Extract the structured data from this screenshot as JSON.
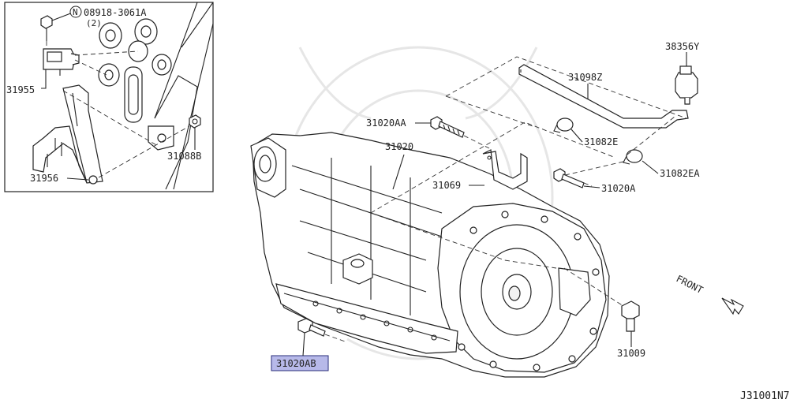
{
  "inset": {
    "note_symbol": "N",
    "note_part": "08918-3061A",
    "note_qty": "(2)",
    "label_31955": "31955",
    "label_31956": "31956",
    "label_31088b": "31088B"
  },
  "parts": {
    "p38356y": "38356Y",
    "p31098z": "31098Z",
    "p31020aa": "31020AA",
    "p31020": "31020",
    "p31082e": "31082E",
    "p31082ea": "31082EA",
    "p31069": "31069",
    "p31020a": "31020A",
    "p31009": "31009",
    "p31020ab": "31020AB"
  },
  "direction_label": "FRONT",
  "diagram_code": "J31001N7",
  "highlight_color": "#b7b9e9"
}
